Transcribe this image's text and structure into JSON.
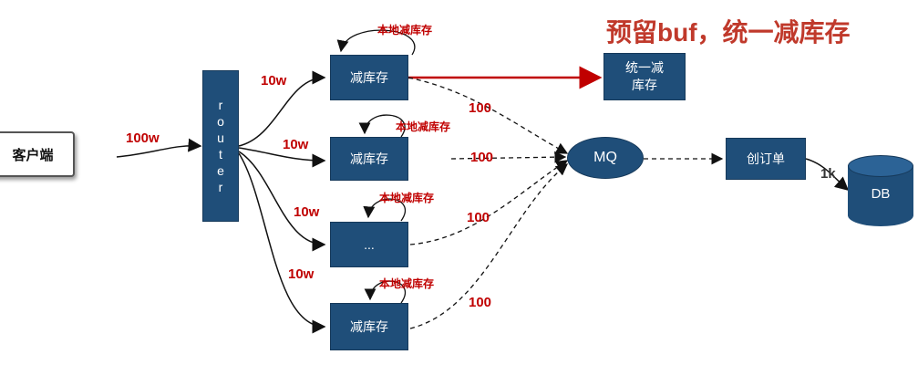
{
  "headline": "预留buf，统一减库存",
  "client": "客户端",
  "router_letters": [
    "r",
    "o",
    "u",
    "t",
    "e",
    "r"
  ],
  "inflow_label": "100w",
  "branch_labels": [
    "10w",
    "10w",
    "10w",
    "10w"
  ],
  "stock_nodes": [
    "减库存",
    "减库存",
    "...",
    "减库存"
  ],
  "local_loop_label": "本地减库存",
  "unified_node": "统一减\n库存",
  "mq_label": "MQ",
  "mq_labels": [
    "100",
    "100",
    "100",
    "100"
  ],
  "order_node": "创订单",
  "db_rate": "1k",
  "db_label": "DB",
  "colors": {
    "node": "#1f4e79",
    "accent_red": "#c00000",
    "headline": "#c0392b"
  }
}
